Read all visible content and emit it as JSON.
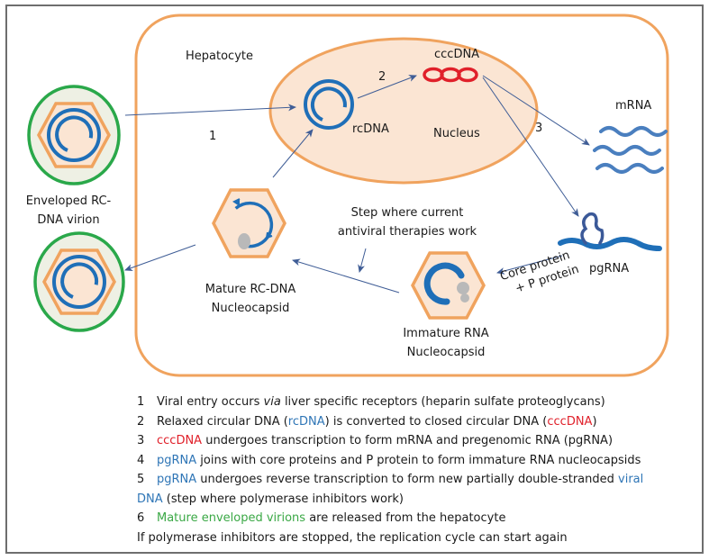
{
  "diagram": {
    "cell_label": "Hepatocyte",
    "nucleus_label": "Nucleus",
    "labels": {
      "cccdna": "cccDNA",
      "rcdna": "rcDNA",
      "mrna": "mRNA",
      "pgrna": "pgRNA",
      "enveloped_virion_line1": "Enveloped RC-",
      "enveloped_virion_line2": "DNA virion",
      "mature_line1": "Mature RC-DNA",
      "mature_line2": "Nucleocapsid",
      "immature_line1": "Immature RNA",
      "immature_line2": "Nucleocapsid",
      "therapy_line1": "Step where current",
      "therapy_line2": "antiviral therapies work",
      "proteins_line1": "Core protein",
      "proteins_line2": "+ P protein"
    },
    "step_numbers": {
      "step1": "1",
      "step2": "2",
      "step3": "3"
    },
    "colors": {
      "cell_border": "#f0a35e",
      "nucleus_fill": "#fbe5d3",
      "dna_blue": "#1f6fb8",
      "cccdna_red": "#e0202a",
      "envelope_green": "#2aa84a",
      "arrow": "#4a5f8f",
      "capsid_gray": "#b9b9b9"
    }
  },
  "legend": {
    "items": [
      {
        "num": "1",
        "parts": [
          {
            "text": "Viral entry occurs ",
            "style": "normal"
          },
          {
            "text": "via",
            "style": "italic"
          },
          {
            "text": " liver specific receptors (heparin sulfate proteoglycans)",
            "style": "normal"
          }
        ]
      },
      {
        "num": "2",
        "parts": [
          {
            "text": "Relaxed circular DNA (",
            "style": "normal"
          },
          {
            "text": "rcDNA",
            "style": "blue"
          },
          {
            "text": ") is converted to closed circular DNA (",
            "style": "normal"
          },
          {
            "text": "cccDNA",
            "style": "red"
          },
          {
            "text": ")",
            "style": "normal"
          }
        ]
      },
      {
        "num": "3",
        "parts": [
          {
            "text": "cccDNA",
            "style": "red"
          },
          {
            "text": " undergoes transcription to form mRNA and pregenomic RNA (pgRNA)",
            "style": "normal"
          }
        ]
      },
      {
        "num": "4",
        "parts": [
          {
            "text": "pgRNA",
            "style": "blue"
          },
          {
            "text": " joins with core proteins and P protein to form immature RNA nucleocapsids",
            "style": "normal"
          }
        ]
      },
      {
        "num": "5",
        "parts": [
          {
            "text": "pgRNA",
            "style": "blue"
          },
          {
            "text": " undergoes reverse transcription to form new partially double-stranded ",
            "style": "normal"
          },
          {
            "text": "viral",
            "style": "blue"
          }
        ],
        "continuation": [
          {
            "text": "DNA",
            "style": "blue"
          },
          {
            "text": " (step where polymerase inhibitors work)",
            "style": "normal"
          }
        ]
      },
      {
        "num": "6",
        "parts": [
          {
            "text": "Mature enveloped virions",
            "style": "green"
          },
          {
            "text": " are released from the hepatocyte",
            "style": "normal"
          }
        ]
      }
    ],
    "footer": "If polymerase inhibitors are stopped, the replication cycle can start again"
  }
}
